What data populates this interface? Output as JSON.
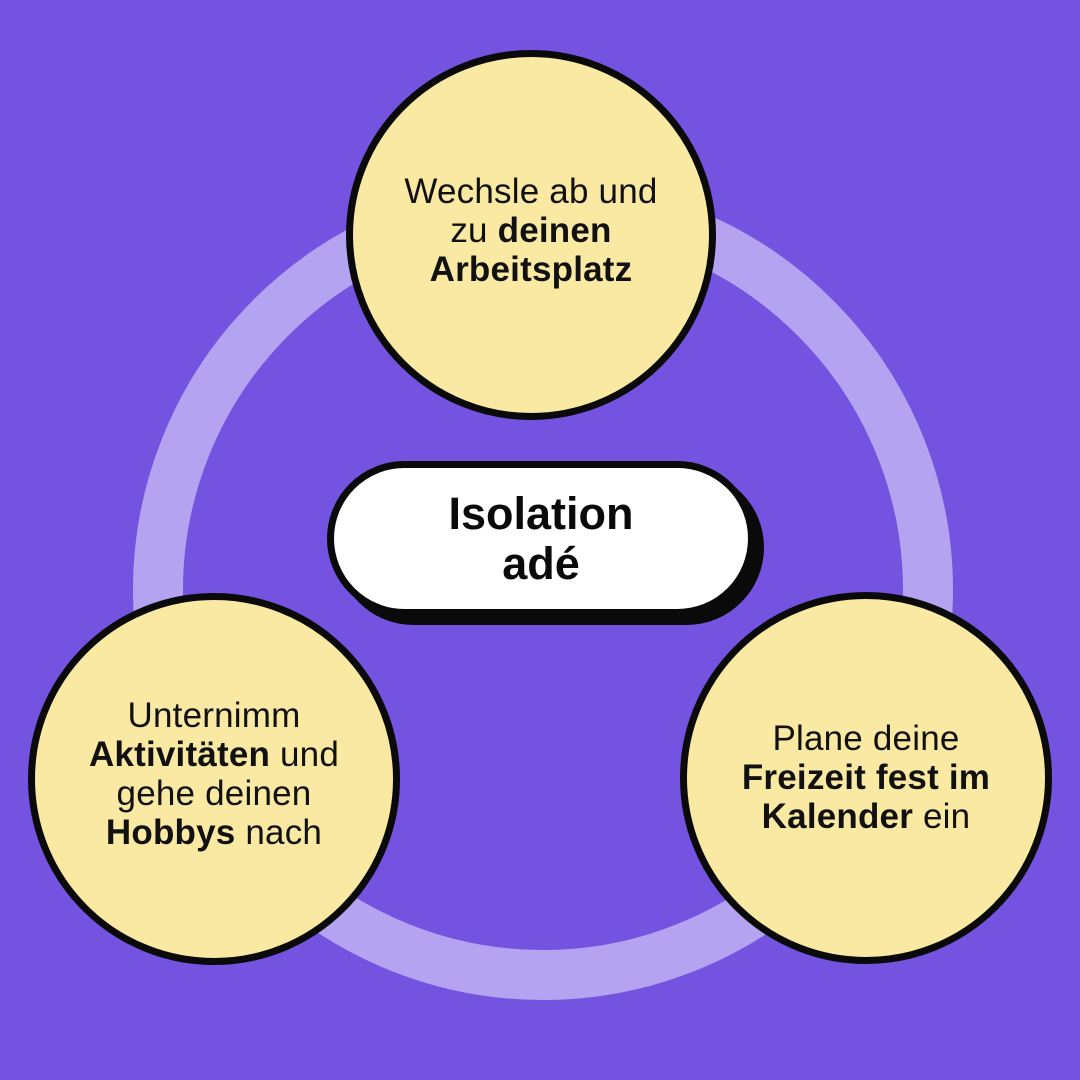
{
  "colors": {
    "background": "#7453e0",
    "ring": "#b4a3f0",
    "bubble_fill": "#f9e9a2",
    "outline": "#0a0a0a",
    "center_fill": "#ffffff"
  },
  "center": {
    "title_line1": "Isolation",
    "title_line2": "adé"
  },
  "bubbles": {
    "top": {
      "line1": "Wechsle ab und",
      "line2_regular": "zu ",
      "line2_bold": "deinen",
      "line3_bold": "Arbeitsplatz"
    },
    "left": {
      "line1": "Unternimm",
      "line2_bold": "Aktivitäten",
      "line2_regular": " und",
      "line3": "gehe deinen",
      "line4_bold": "Hobbys",
      "line4_regular": " nach"
    },
    "right": {
      "line1": "Plane deine",
      "line2_bold": "Freizeit fest im",
      "line3_bold": "Kalender",
      "line3_regular": " ein"
    }
  }
}
